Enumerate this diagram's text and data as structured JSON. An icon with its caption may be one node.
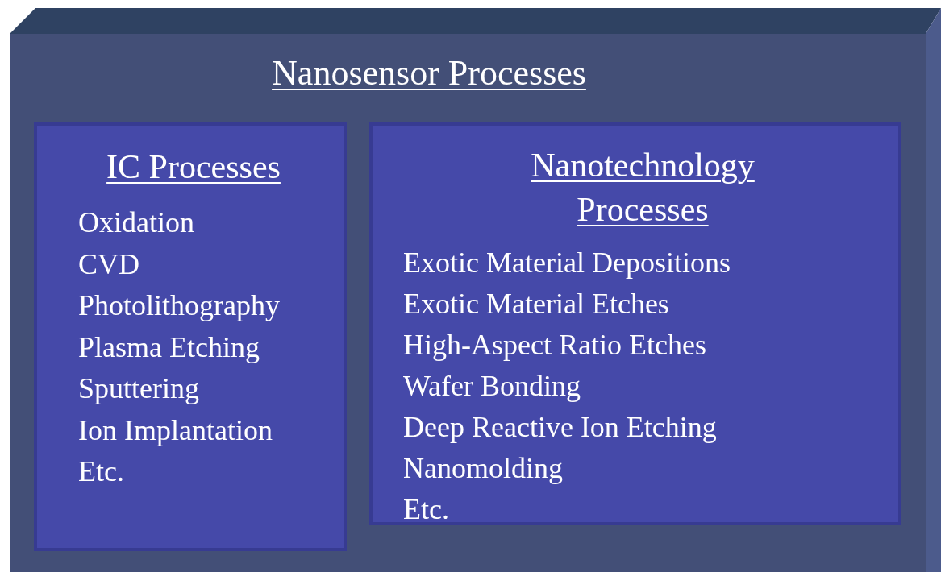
{
  "diagram": {
    "nodes": [
      {
        "text": [
          "Nanosensor Processes"
        ]
      },
      {
        "text": [
          "IC Processes",
          "Oxidation",
          "CVD",
          "Photolithography",
          "Plasma Etching",
          "Sputtering",
          "Ion Implantation",
          "Etc."
        ],
        "in": 0
      },
      {
        "text": [
          "Nanotechnology Processes",
          "Exotic Material Depositions",
          "Exotic Material Etches",
          "High-Aspect Ratio Etches",
          "Wafer Bonding",
          "Deep Reactive Ion Etching",
          "Nanomolding",
          "Etc."
        ],
        "in": 0
      }
    ]
  }
}
